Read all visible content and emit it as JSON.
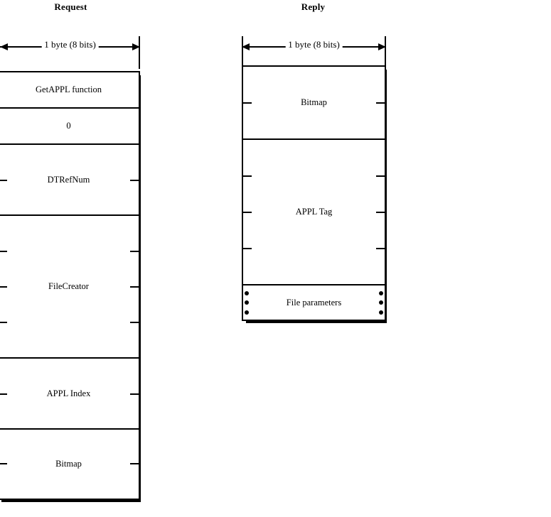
{
  "diagrams": [
    {
      "title": "Request",
      "dimension_label": "1 byte (8 bits)",
      "fields": [
        {
          "label": "GetAPPL function",
          "bytes": 1
        },
        {
          "label": "0",
          "bytes": 1
        },
        {
          "label": "DTRefNum",
          "bytes": 2
        },
        {
          "label": "FileCreator",
          "bytes": 4
        },
        {
          "label": "APPL Index",
          "bytes": 2
        },
        {
          "label": "Bitmap",
          "bytes": 2
        }
      ]
    },
    {
      "title": "Reply",
      "dimension_label": "1 byte (8 bits)",
      "fields": [
        {
          "label": "Bitmap",
          "bytes": 2
        },
        {
          "label": "APPL Tag",
          "bytes": 4
        },
        {
          "label": "File parameters",
          "bytes": 1,
          "variable": true
        }
      ]
    }
  ],
  "colors": {
    "ink": "#000000",
    "paper": "#ffffff"
  }
}
